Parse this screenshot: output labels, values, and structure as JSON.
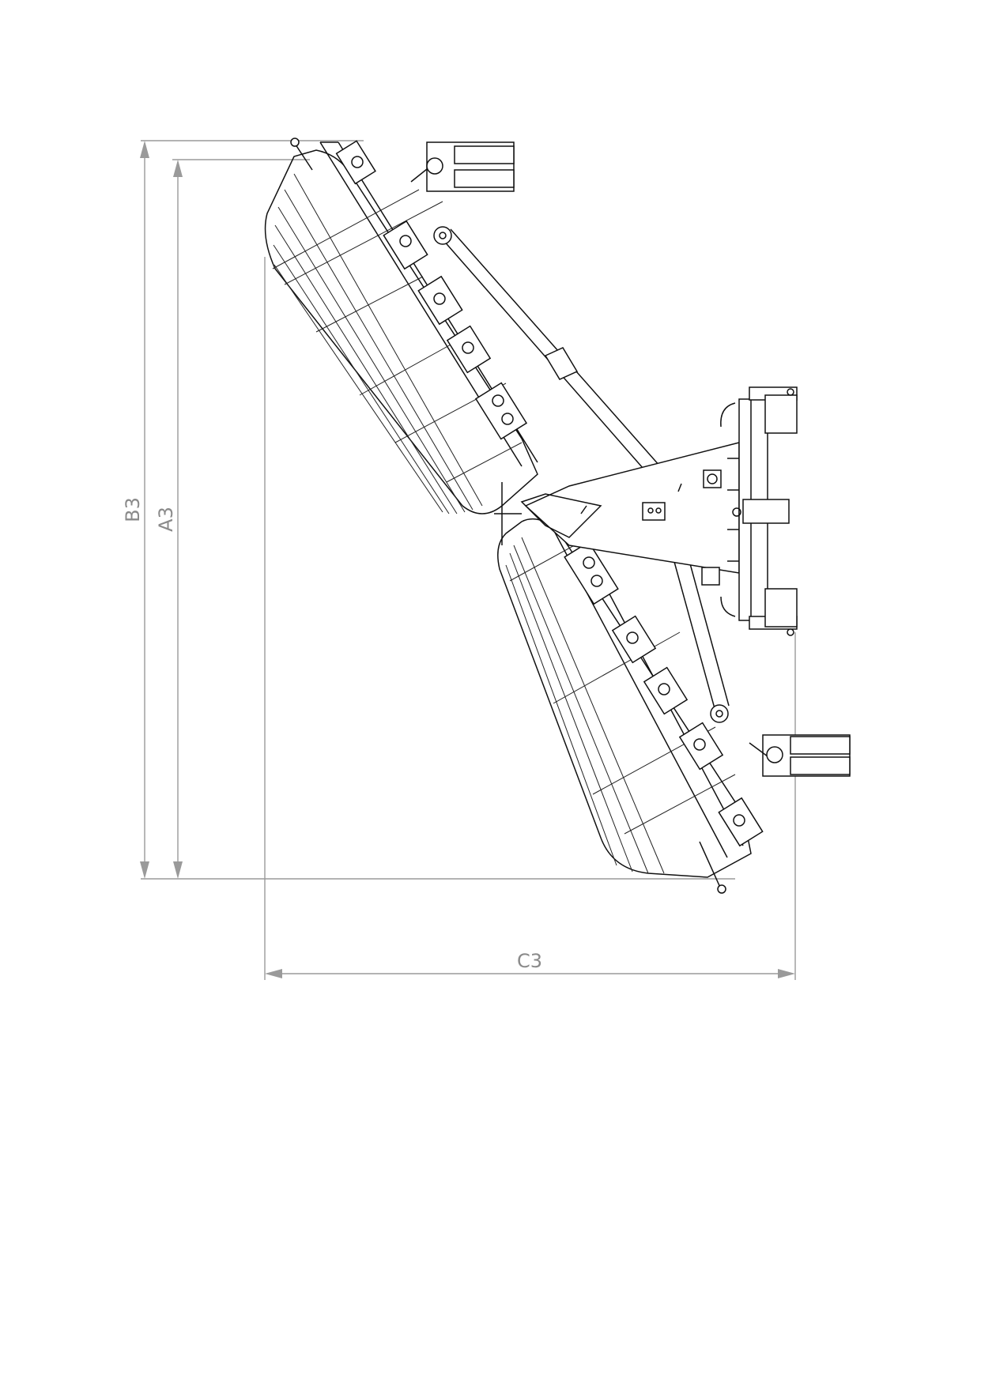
{
  "drawing": {
    "dimensions": [
      {
        "label": "B3"
      },
      {
        "label": "A3"
      },
      {
        "label": "C3"
      }
    ]
  }
}
